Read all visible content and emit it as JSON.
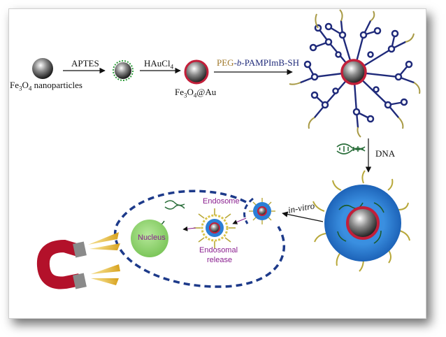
{
  "steps": {
    "start_label_pre": "Fe",
    "start_sub1": "3",
    "start_mid": "O",
    "start_sub2": "4",
    "start_label_post": " nanoparticles",
    "step1": "APTES",
    "step2_pre": "HAuCl",
    "step2_sub": "4",
    "core_pre": "Fe",
    "core_sub1": "3",
    "core_mid": "O",
    "core_sub2": "4",
    "core_post": "@Au",
    "polymer_peg": "PEG",
    "polymer_sep1": "-",
    "polymer_b": "b",
    "polymer_rest": "-PAMPImB-SH",
    "dna": "DNA",
    "invitro": "in-vitro"
  },
  "cell": {
    "endosome": "Endosome",
    "nucleus": "Nucleus",
    "release_line1": "Endosomal",
    "release_line2": "release"
  },
  "colors": {
    "peg": "#a0782a",
    "polymer": "#1f2a7a",
    "cell_text": "#8a1f8f",
    "nucleus_fill": "#8ed36b",
    "au_shell": "#c21f3a",
    "dashed": "#1d3a8a",
    "complex_blue": "#2b7fd6"
  }
}
